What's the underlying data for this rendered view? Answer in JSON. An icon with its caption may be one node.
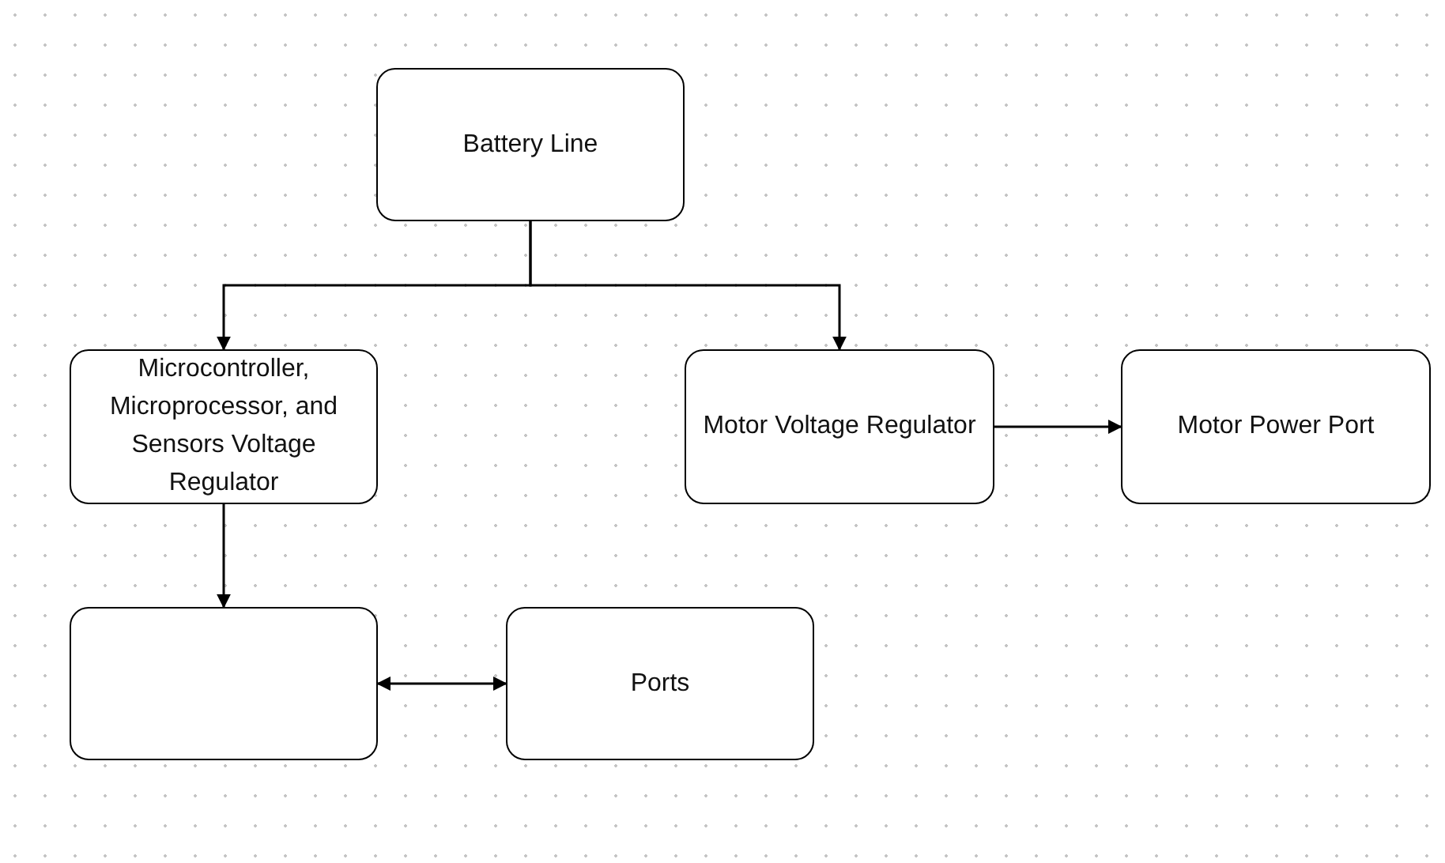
{
  "diagram": {
    "nodes": [
      {
        "text": [
          "Battery Line"
        ]
      },
      {
        "text": [
          "Microcontroller, Microprocessor, and Sensors Voltage Regulator"
        ]
      },
      {
        "text": [
          "Motor Voltage Regulator"
        ]
      },
      {
        "text": [
          "Motor Power Port"
        ]
      },
      {
        "text": [],
        "shape": "box"
      },
      {
        "text": [
          "Ports"
        ]
      }
    ],
    "edges": [
      {
        "from": 0,
        "to": 1,
        "arrow": "to"
      },
      {
        "from": 0,
        "to": 2,
        "arrow": "to"
      },
      {
        "from": 2,
        "to": 3,
        "arrow": "to"
      },
      {
        "from": 1,
        "to": 4,
        "arrow": "to"
      },
      {
        "from": 4,
        "to": 5,
        "arrow": "both"
      }
    ]
  }
}
